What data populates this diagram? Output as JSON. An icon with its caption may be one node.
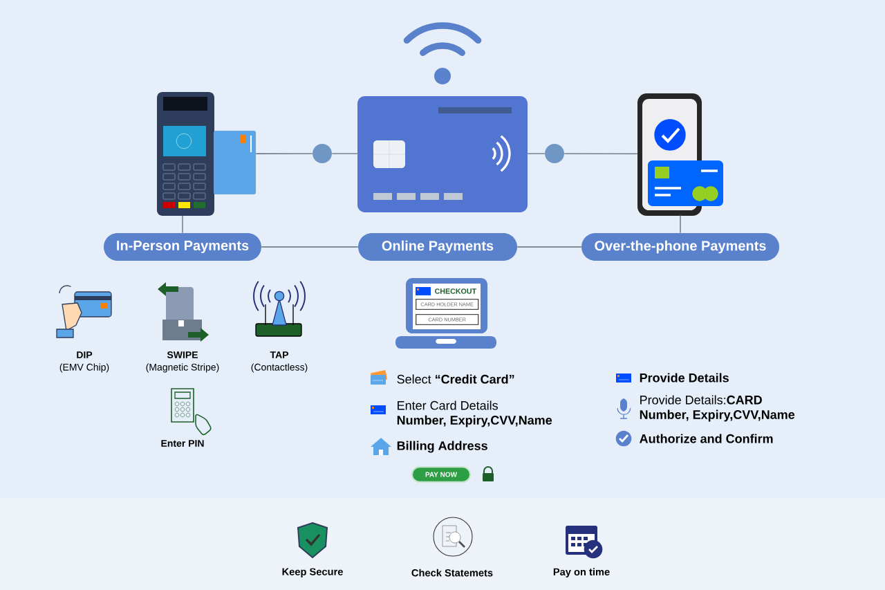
{
  "diagram": {
    "nodes": [
      {
        "text": [],
        "shape": "picture"
      },
      {
        "text": [],
        "shape": "picture"
      },
      {
        "text": [],
        "shape": "picture"
      },
      {
        "text": [],
        "shape": "circle"
      },
      {
        "text": [],
        "shape": "circle"
      },
      {
        "text": [
          "In-Person Payments"
        ]
      },
      {
        "text": [
          "Online Payments"
        ]
      },
      {
        "text": [
          "Over-the-phone Payments"
        ]
      }
    ],
    "edges": [
      {
        "from": 0,
        "to": 3,
        "arrow": "none"
      },
      {
        "from": 3,
        "to": 1,
        "arrow": "none"
      },
      {
        "from": 1,
        "to": 4,
        "arrow": "none"
      },
      {
        "from": 4,
        "to": 2,
        "arrow": "none"
      },
      {
        "from": 0,
        "to": 5,
        "arrow": "none"
      },
      {
        "from": 2,
        "to": 7,
        "arrow": "none"
      },
      {
        "from": 5,
        "to": 6,
        "arrow": "none"
      },
      {
        "from": 6,
        "to": 7,
        "arrow": "none"
      }
    ],
    "labels": [
      "DIP",
      "(EMV Chip)",
      "SWIPE",
      "(Magnetic Stripe)",
      "TAP",
      "(Contactless)",
      "Enter PIN",
      "CHECKOUT",
      "CARD HOLDER NAME",
      "CARD NUMBER",
      "Select **“Credit Card”**",
      "Enter Card Details",
      "Number, Expiry,CVV,Name",
      "Billing Address",
      "PAY NOW",
      "Provide Details",
      "Provide Details:**CARD**",
      "Number, Expiry,CVV,Name",
      "Authorize and Confirm",
      "Keep Secure",
      "Check Statemets",
      "Pay on time"
    ]
  }
}
